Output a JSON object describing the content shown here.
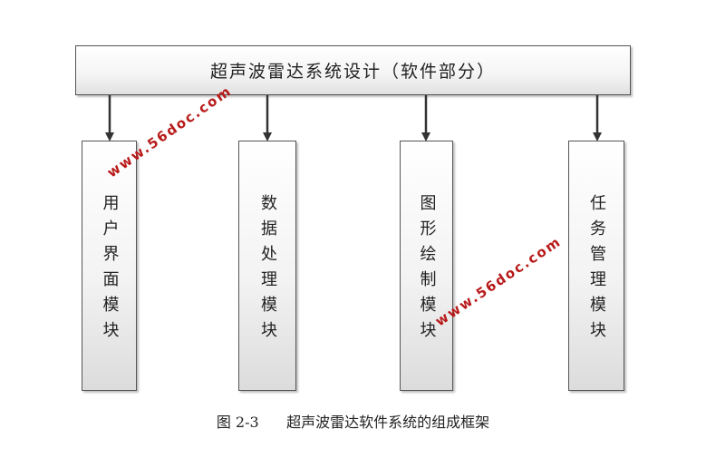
{
  "diagram": {
    "title": "超声波雷达系统设计（软件部分）",
    "modules": [
      {
        "label": "用户界面模块"
      },
      {
        "label": "数据处理模块"
      },
      {
        "label": "图形绘制模块"
      },
      {
        "label": "任务管理模块"
      }
    ],
    "caption": "图 2-3      超声波雷达软件系统的组成框架"
  },
  "watermarks": [
    "www.56doc.com",
    "www.56doc.com"
  ]
}
